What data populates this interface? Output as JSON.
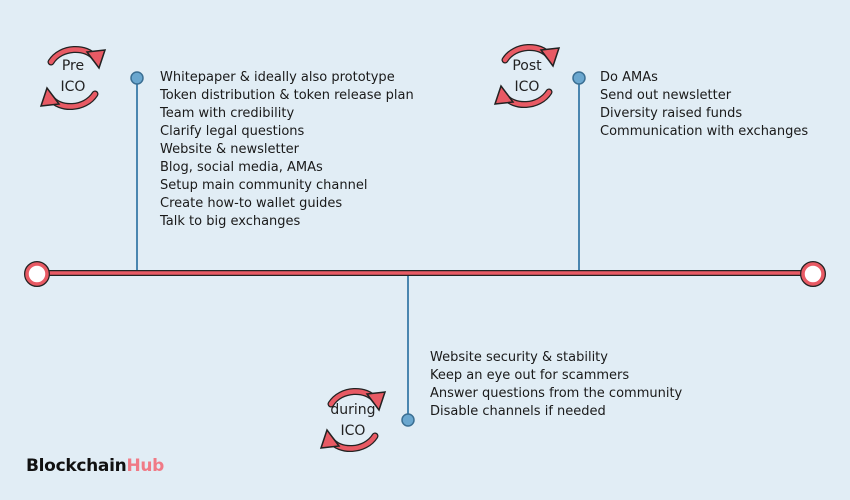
{
  "colors": {
    "background": "#e1edf5",
    "timeline": "#e85a64",
    "stem": "#4a86b0",
    "dot": "#6aa7cf",
    "brand_accent": "#f07a86"
  },
  "phases": [
    {
      "label_line1": "Pre",
      "label_line2": "ICO",
      "icon": "cycle-arrows-icon",
      "items": [
        "Whitepaper & ideally also prototype",
        "Token distribution & token release plan",
        "Team with credibility",
        "Clarify legal questions",
        "Website & newsletter",
        "Blog, social media, AMAs",
        "Setup main community channel",
        "Create how-to wallet guides",
        "Talk to big exchanges"
      ]
    },
    {
      "label_line1": "Post",
      "label_line2": "ICO",
      "icon": "cycle-arrows-icon",
      "items": [
        "Do AMAs",
        "Send out newsletter",
        "Diversity raised funds",
        "Communication with exchanges"
      ]
    },
    {
      "label_line1": "during",
      "label_line2": "ICO",
      "icon": "cycle-arrows-icon",
      "items": [
        "Website security & stability",
        "Keep an eye out for scammers",
        "Answer questions from the community",
        "Disable channels if needed"
      ]
    }
  ],
  "logo": {
    "part1": "Blockchain",
    "part2": "Hub"
  }
}
